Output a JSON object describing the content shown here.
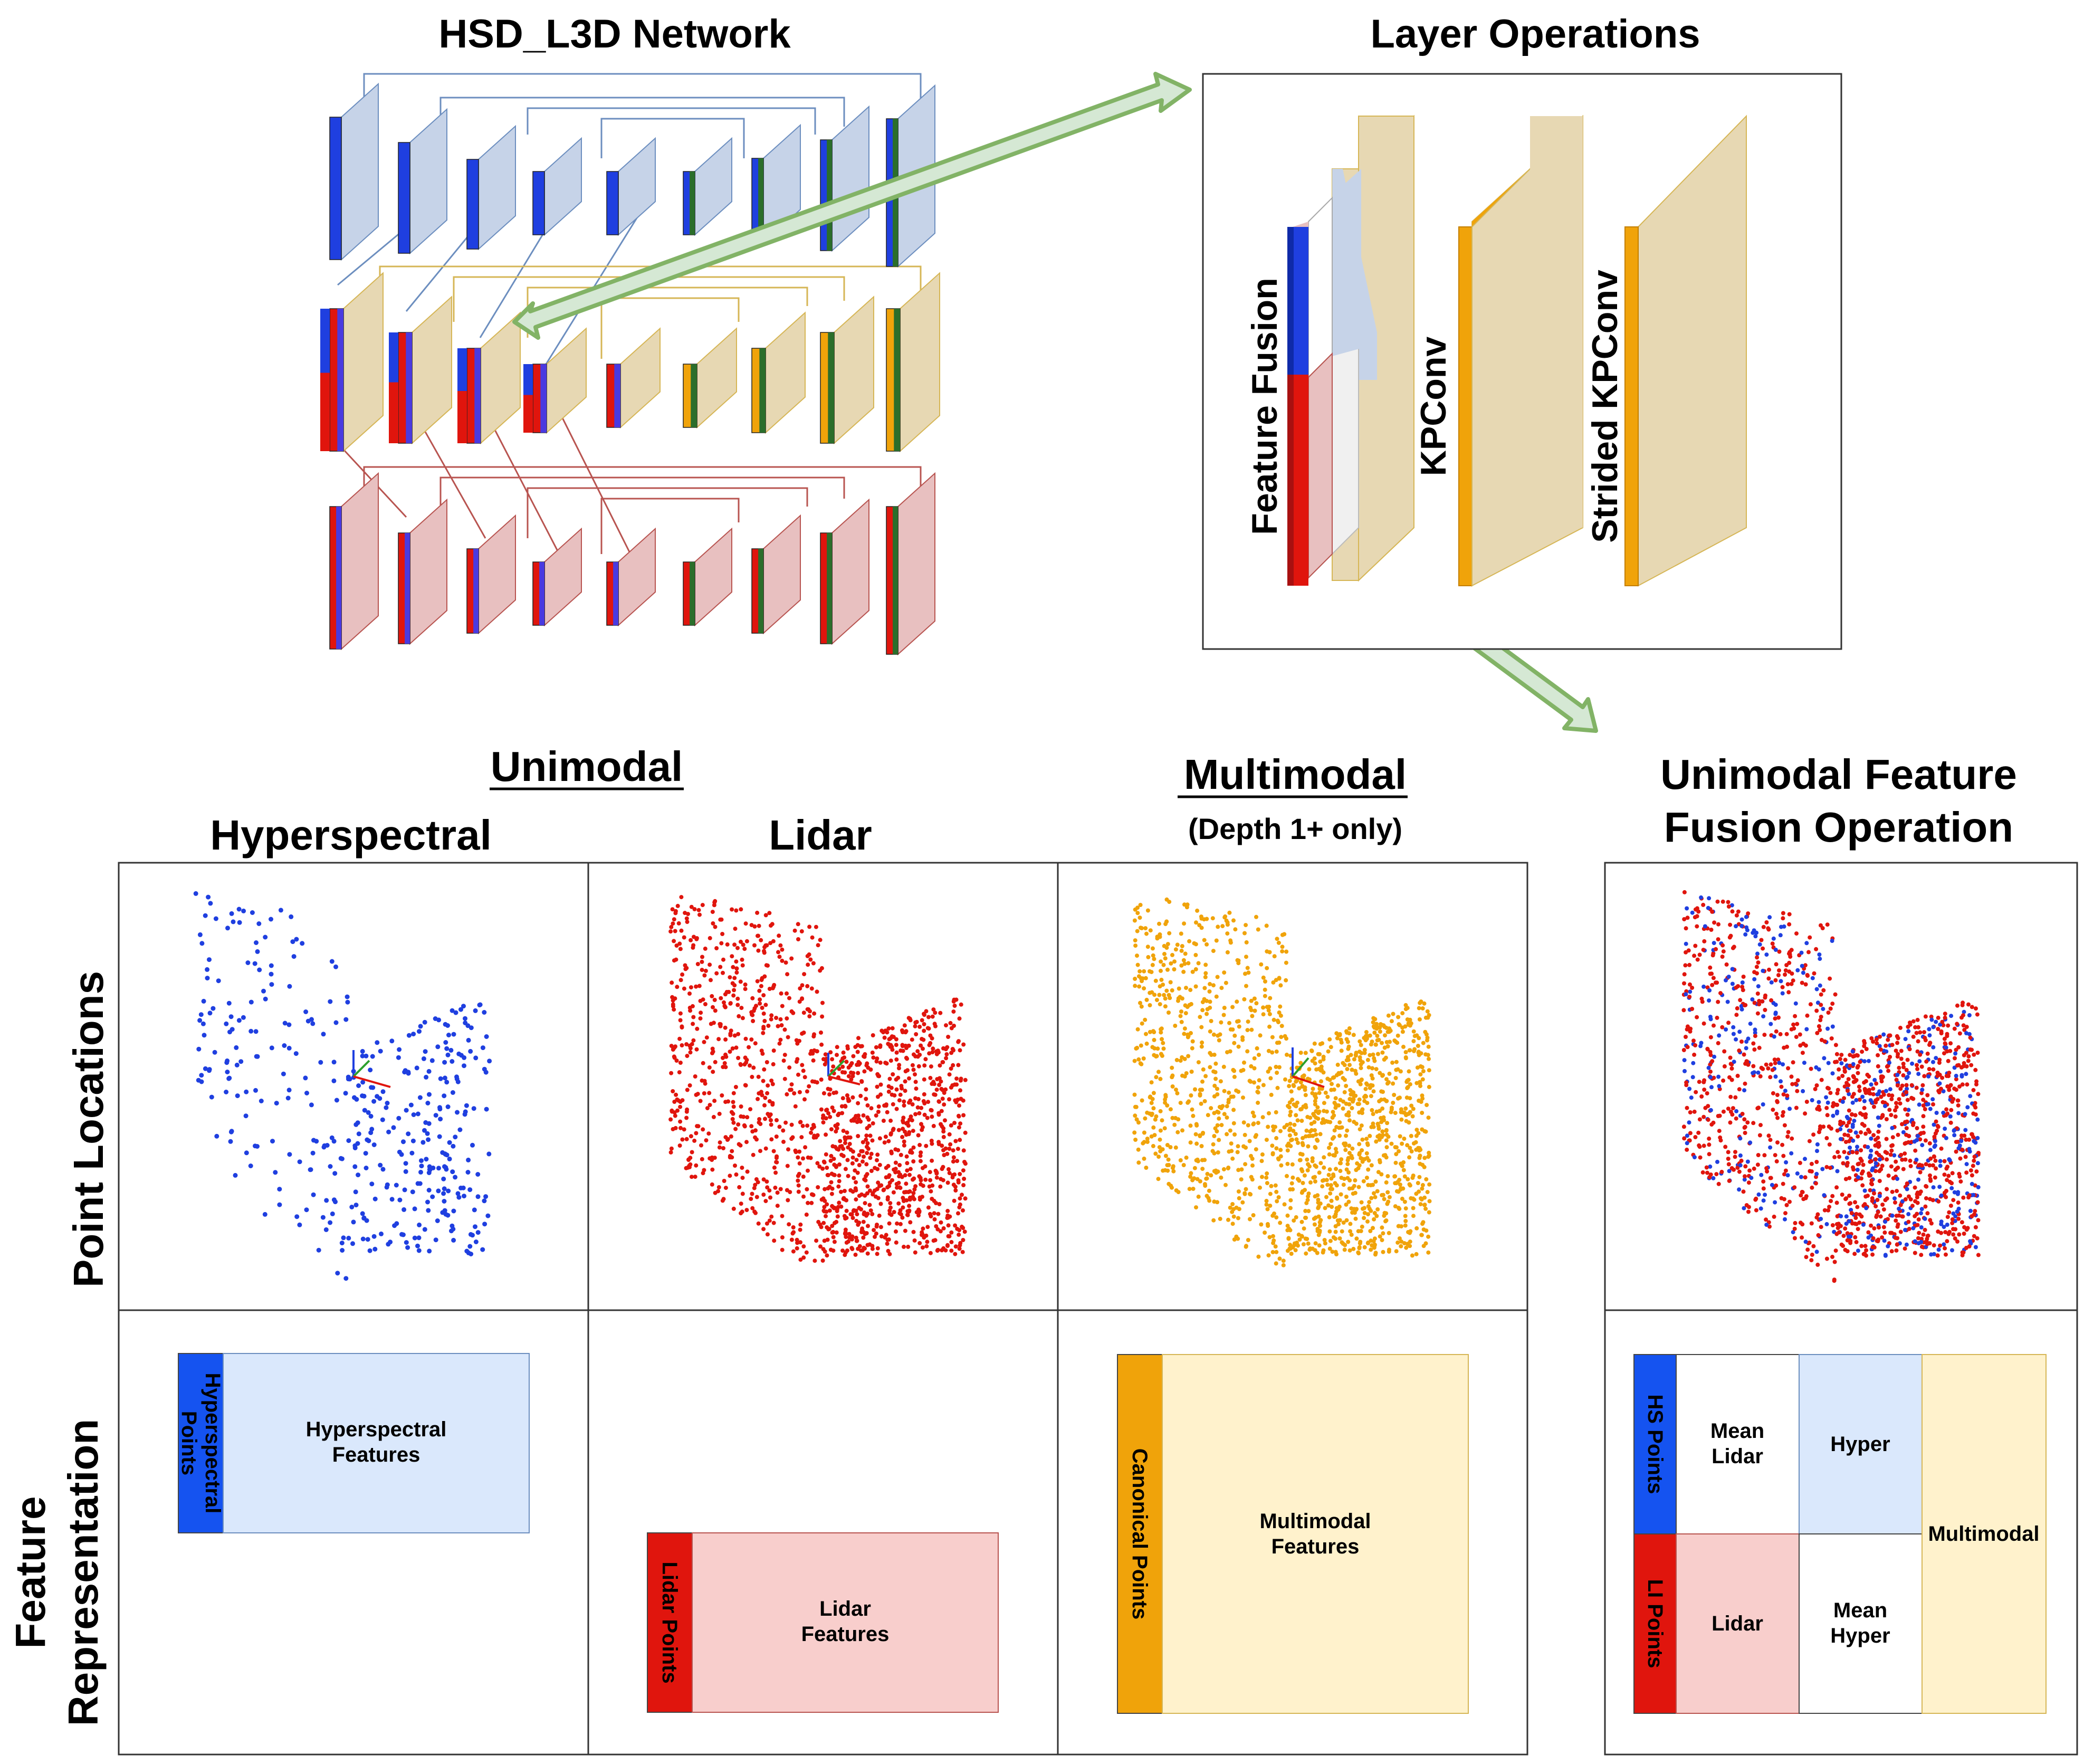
{
  "titles": {
    "network": "HSD_L3D Network",
    "layer_ops": "Layer Operations",
    "unimodal": "Unimodal",
    "hyperspectral": "Hyperspectral",
    "lidar": "Lidar",
    "multimodal": "Multimodal",
    "depth_note": "(Depth 1+ only)",
    "fusion_op_line1": "Unimodal Feature",
    "fusion_op_line2": "Fusion Operation"
  },
  "layer_ops": {
    "feature_fusion": "Feature Fusion",
    "kpconv": "KPConv",
    "strided_kpconv": "Strided KPConv"
  },
  "row_labels": {
    "point_locations": "Point Locations",
    "feature_line1": "Feature",
    "feature_line2": "Representation"
  },
  "feature_boxes": {
    "hs_points_line1": "Hyperspectral",
    "hs_points_line2": "Points",
    "hs_features_line1": "Hyperspectral",
    "hs_features_line2": "Features",
    "li_points": "Lidar Points",
    "li_features_line1": "Lidar",
    "li_features_line2": "Features",
    "canonical_points": "Canonical Points",
    "mm_features_line1": "Multimodal",
    "mm_features_line2": "Features"
  },
  "fusion_boxes": {
    "hs_points": "HS Points",
    "li_points": "LI Points",
    "mean_lidar_line1": "Mean",
    "mean_lidar_line2": "Lidar",
    "hyper": "Hyper",
    "lidar": "Lidar",
    "mean_hyper_line1": "Mean",
    "mean_hyper_line2": "Hyper",
    "multimodal": "Multimodal"
  },
  "colors": {
    "hyperspectral": "#1f3fe0",
    "hyperspectral_light": "#dae8fc",
    "lidar": "#e0150d",
    "lidar_light": "#f8cecc",
    "multimodal": "#f0a30a",
    "multimodal_light": "#fff2cc",
    "arrow": "#82b366",
    "arrow_fill": "#d5e8d4",
    "hs_block_face": "#c6d3e8",
    "li_block_face": "#e8c0c0",
    "mm_block_face": "#e7d8b3"
  }
}
